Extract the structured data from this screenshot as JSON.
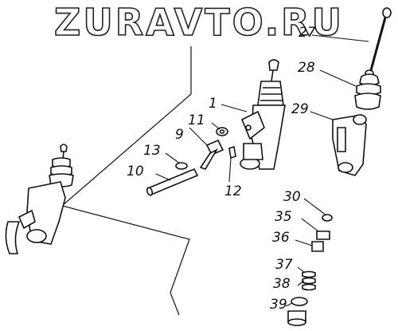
{
  "watermark": {
    "text": "ZURAVTO.RU"
  },
  "callouts": [
    {
      "id": "c1",
      "label": "1"
    },
    {
      "id": "c9",
      "label": "9"
    },
    {
      "id": "c10",
      "label": "10"
    },
    {
      "id": "c11",
      "label": "11"
    },
    {
      "id": "c12",
      "label": "12"
    },
    {
      "id": "c13",
      "label": "13"
    },
    {
      "id": "c27",
      "label": "27"
    },
    {
      "id": "c28",
      "label": "28"
    },
    {
      "id": "c29",
      "label": "29"
    },
    {
      "id": "c30",
      "label": "30"
    },
    {
      "id": "c35",
      "label": "35"
    },
    {
      "id": "c36",
      "label": "36"
    },
    {
      "id": "c37",
      "label": "37"
    },
    {
      "id": "c38",
      "label": "38"
    },
    {
      "id": "c39",
      "label": "39"
    }
  ],
  "colors": {
    "ink": "#111111",
    "paper": "#ffffff",
    "watermark_fill": "#ffffff",
    "watermark_stroke": "#222222"
  }
}
